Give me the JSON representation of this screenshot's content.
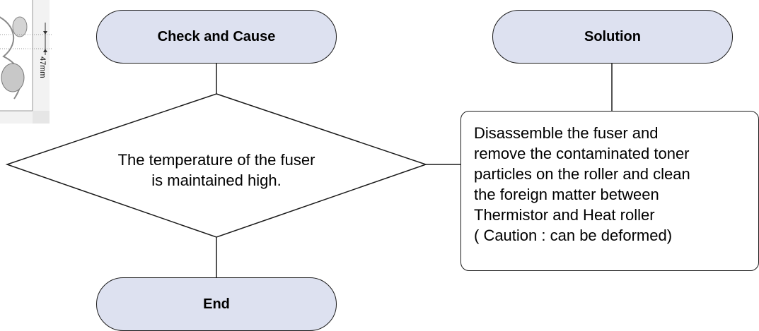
{
  "thumbnail": {
    "dimension_label": "47mm"
  },
  "flowchart": {
    "check_and_cause_label": "Check and Cause",
    "solution_label": "Solution",
    "end_label": "End",
    "decision": {
      "line1": "The temperature of the fuser",
      "line2": "is maintained high."
    },
    "solution_box": {
      "lines": [
        "Disassemble the fuser and",
        "remove the contaminated toner",
        "particles on the roller and clean",
        "the foreign matter between",
        "Thermistor and Heat roller",
        "( Caution : can be deformed)"
      ]
    }
  }
}
